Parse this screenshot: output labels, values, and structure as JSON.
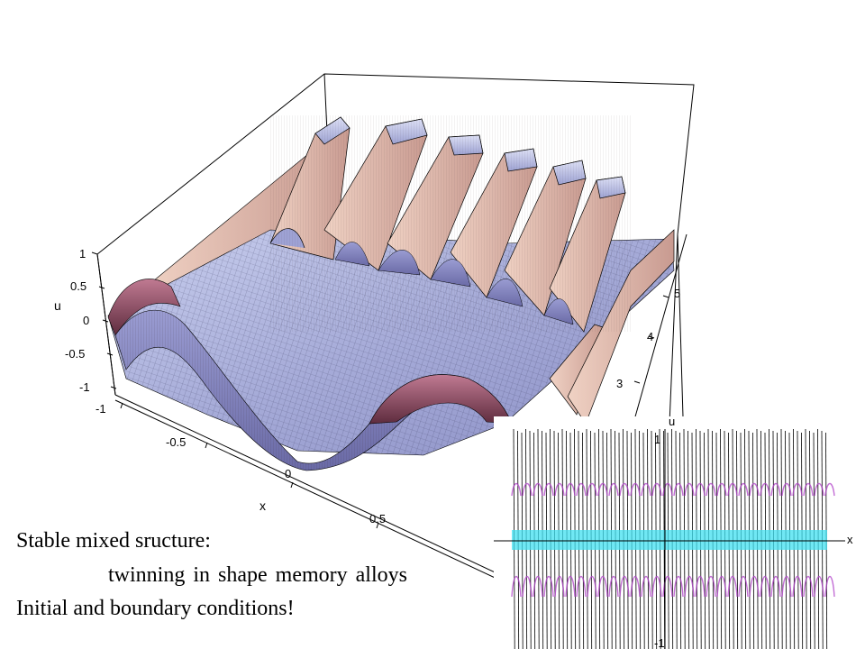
{
  "chart_data": [
    {
      "type": "surface",
      "axes": {
        "x": {
          "label": "x",
          "ticks": [
            "-1",
            "-0.5",
            "0",
            "0.5"
          ]
        },
        "t": {
          "label": "",
          "ticks": [
            "3",
            "4",
            "5"
          ]
        },
        "u": {
          "label": "u",
          "ticks": [
            "1",
            "0.5",
            "0",
            "-0.5",
            "-1"
          ]
        }
      }
    },
    {
      "type": "line",
      "axes": {
        "x": {
          "label": "x",
          "ticks": []
        },
        "y": {
          "label": "u",
          "ticks": [
            "1",
            "-1"
          ]
        }
      }
    }
  ],
  "caption": {
    "line1": "Stable mixed sructure:",
    "line2": "twinning in shape memory alloys",
    "line3": "Initial and boundary conditions!"
  },
  "colors": {
    "surface_light": "#bcc4e8",
    "surface_mid": "#8c8cc4",
    "ridge": "#e8c0b0",
    "wave": "#b97089",
    "inset_purple": "#b040c8",
    "inset_cyan": "#40e0f0"
  }
}
